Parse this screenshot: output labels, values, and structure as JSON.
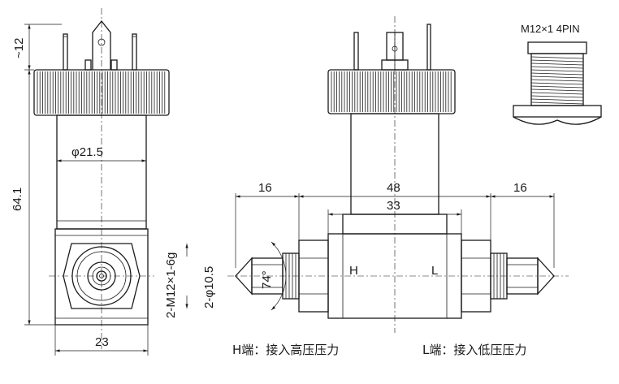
{
  "dimensions": {
    "top_height": "~12",
    "overall_height": "64.1",
    "body_diameter": "φ21.5",
    "base_width": "23",
    "port_thread": "2-M12×1-6g",
    "port_diameter": "2-φ10.5",
    "left_port": "16",
    "total_width": "48",
    "body_width": "33",
    "right_port": "16",
    "cone_angle": "74°"
  },
  "connector": {
    "label": "M12×1 4PIN"
  },
  "ports": {
    "high_mark": "H",
    "low_mark": "L"
  },
  "captions": {
    "high": "H端：接入高压压力",
    "low": "L端：接入低压压力"
  }
}
